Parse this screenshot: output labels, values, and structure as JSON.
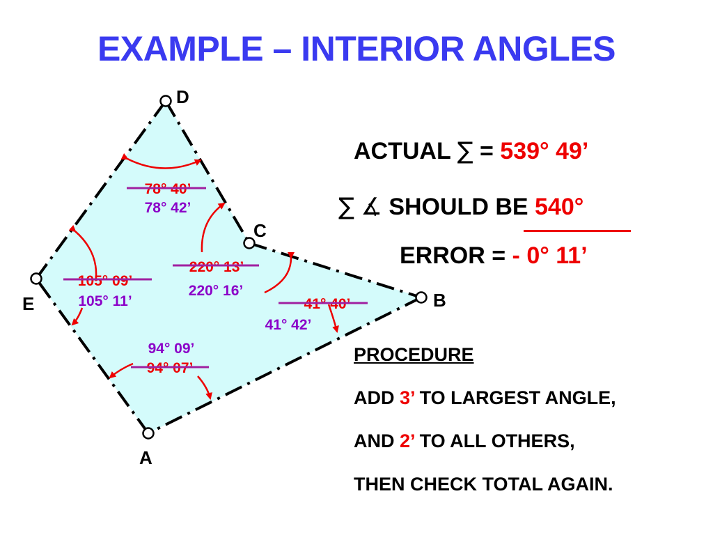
{
  "title": "EXAMPLE – INTERIOR ANGLES",
  "vertices": {
    "a": "A",
    "b": "B",
    "c": "C",
    "d": "D",
    "e": "E"
  },
  "angles": {
    "d": {
      "old": "78° 40’",
      "new": "78° 42’"
    },
    "c": {
      "old": "220° 13’",
      "new": "220° 16’"
    },
    "e": {
      "old": "105° 09’",
      "new": "105° 11’"
    },
    "b": {
      "old": "41° 40’",
      "new": "41° 42’"
    },
    "a": {
      "new": "94° 09’",
      "old": "94° 07’"
    }
  },
  "summary": {
    "actual_label": "ACTUAL",
    "sum_symbol": "∑",
    "equals": "=",
    "actual_value": "539° 49’",
    "angle_symbol": "∡",
    "should_label": "SHOULD BE",
    "should_value": "540°",
    "error_label": "ERROR =",
    "error_value": "- 0° 11’"
  },
  "procedure": {
    "heading": "PROCEDURE",
    "line1_pre": "ADD",
    "line1_value": "3’",
    "line1_post": "TO LARGEST ANGLE,",
    "line2_pre": "AND",
    "line2_value": "2’",
    "line2_post": "TO ALL OTHERS,",
    "line3": "THEN CHECK TOTAL AGAIN."
  },
  "colors": {
    "title": "#3a3af0",
    "fill": "#d4fbfb",
    "arc": "#ee0000",
    "old_text": "#ee0000",
    "new_text": "#8b00c8",
    "strike": "#a020a0",
    "highlight": "#ee0000"
  }
}
